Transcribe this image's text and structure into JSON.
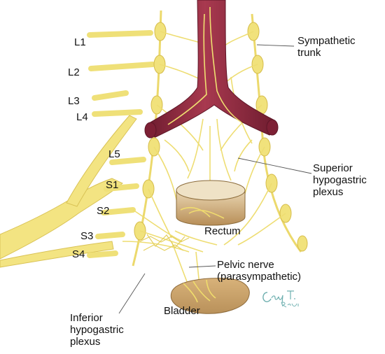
{
  "labels": {
    "L1": "L1",
    "L2": "L2",
    "L3": "L3",
    "L4": "L4",
    "L5": "L5",
    "S1": "S1",
    "S2": "S2",
    "S3": "S3",
    "S4": "S4",
    "sympathetic_trunk": [
      "Sympathetic",
      "trunk"
    ],
    "superior_hypogastric_plexus": [
      "Superior",
      "hypogastric",
      "plexus"
    ],
    "rectum": "Rectum",
    "pelvic_nerve": [
      "Pelvic nerve",
      "(parasympathetic)"
    ],
    "bladder": "Bladder",
    "inferior_hypogastric_plexus": [
      "Inferior",
      "hypogastric",
      "plexus"
    ]
  },
  "signature": "Cathy T. Racusi",
  "colors": {
    "nerve": "#f2e47a",
    "nerve_dark": "#dcc34a",
    "vessel": "#9b2f45",
    "vessel_dark": "#6e1c2f",
    "organ": "#c9a36a",
    "organ_dark": "#8a6a3a",
    "signature": "#6fb0b0",
    "leader": "#555555"
  }
}
